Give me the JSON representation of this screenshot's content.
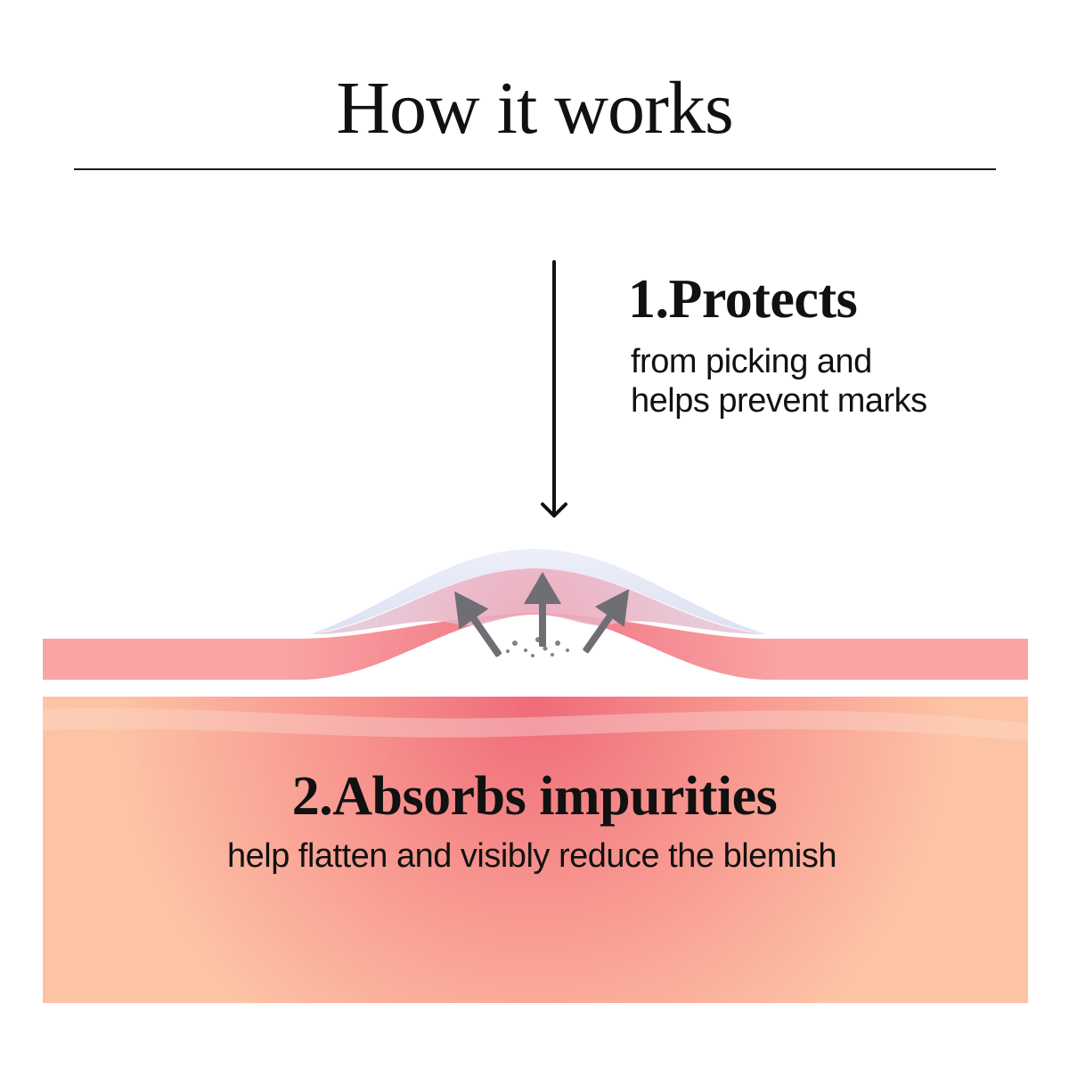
{
  "header": {
    "title": "How it works"
  },
  "steps": [
    {
      "title": "1.Protects",
      "lines": [
        "from picking and",
        "helps prevent marks"
      ]
    },
    {
      "title": "2.Absorbs impurities",
      "description": "help flatten and visibly reduce the blemish"
    }
  ],
  "icons": {
    "pressure": "down-arrow-icon",
    "absorption": "up-arrows-icon"
  },
  "colors": {
    "text": "#111111",
    "skin_top": "#f7a1a3",
    "skin_deep": "#fcc2a4",
    "blemish": "#ef6d7c",
    "patch": "#e6e8f5",
    "arrow_gray": "#6e6e74"
  }
}
